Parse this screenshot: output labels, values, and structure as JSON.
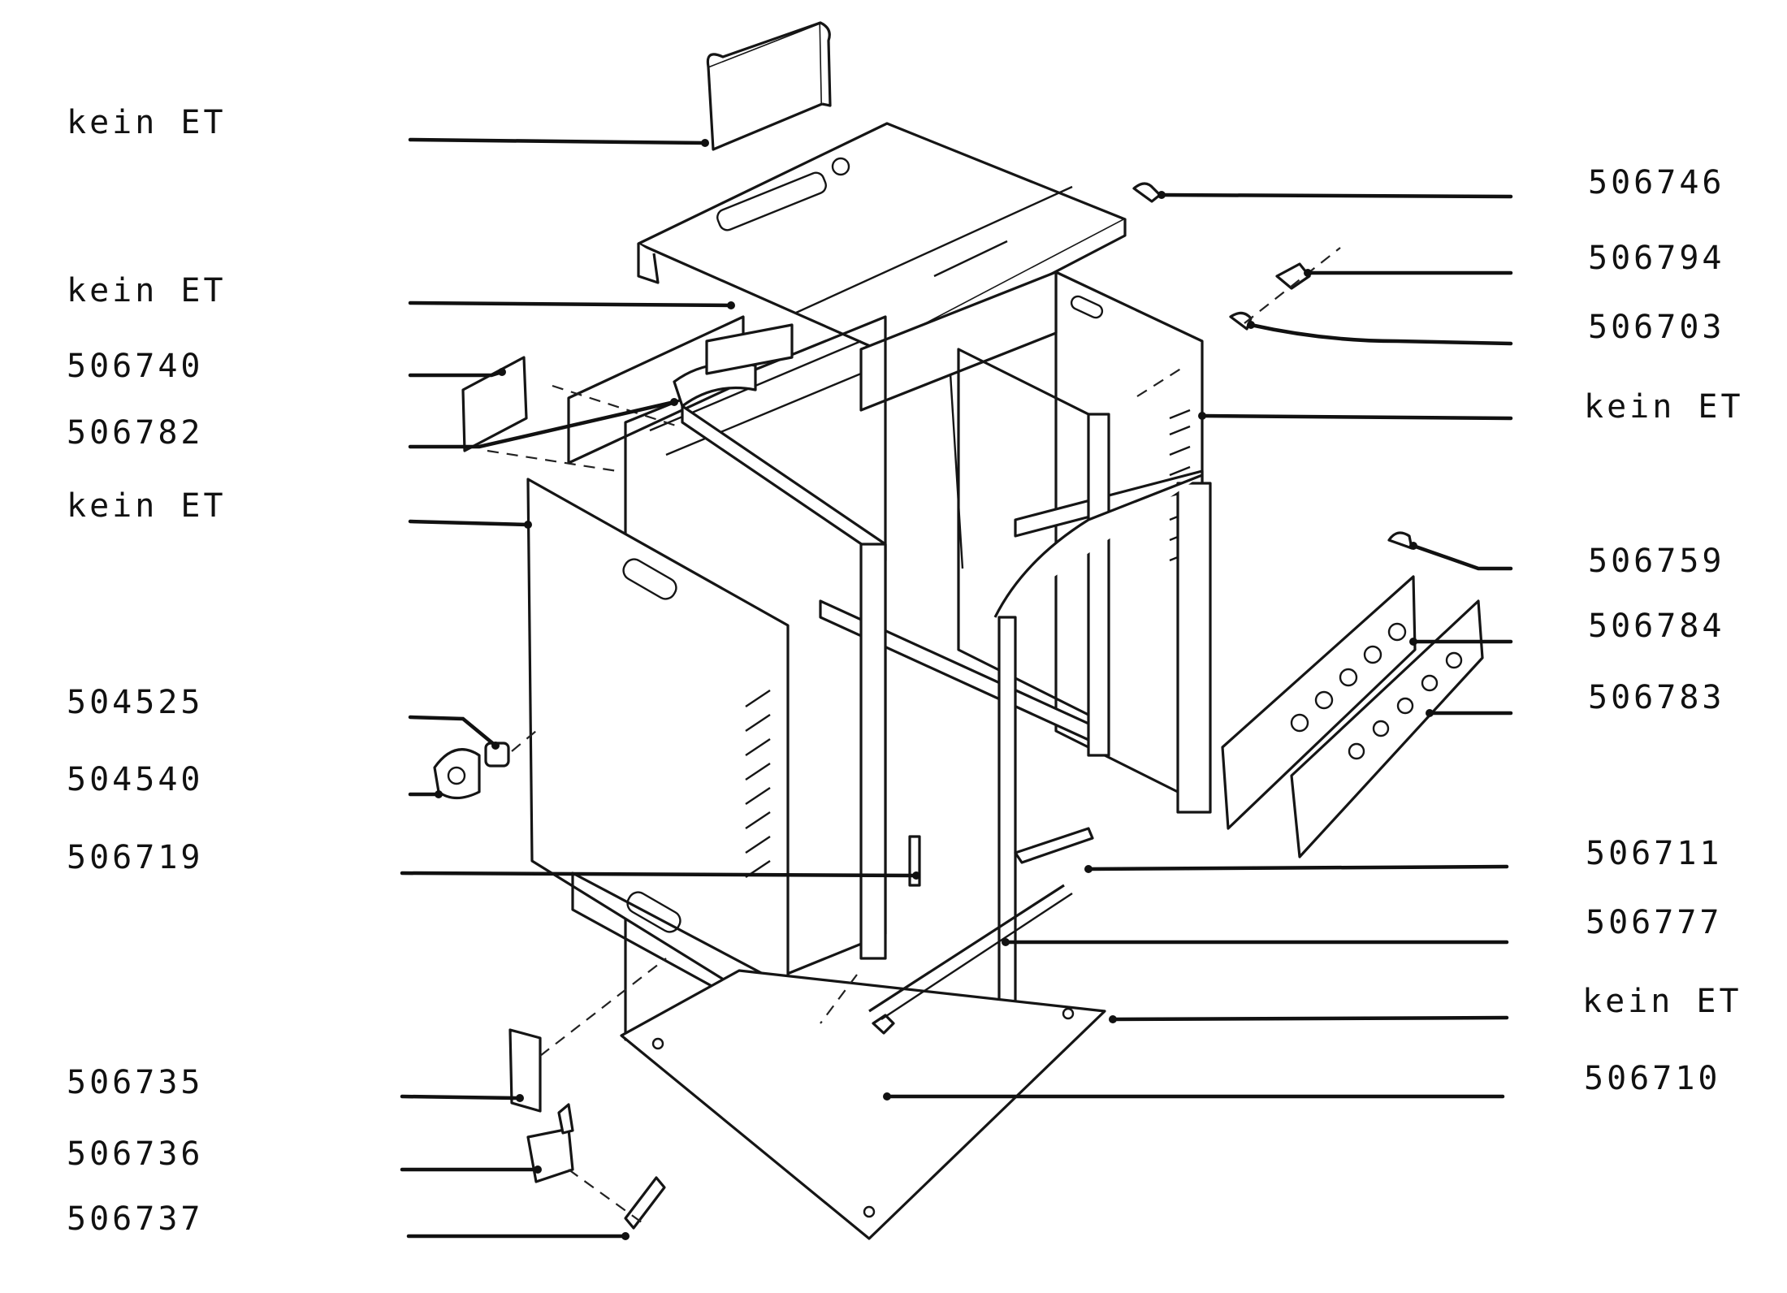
{
  "colors": {
    "line": "#111111",
    "background": "#ffffff"
  },
  "labels_left": [
    {
      "text": "kein ET"
    },
    {
      "text": "kein ET"
    },
    {
      "text": "506740"
    },
    {
      "text": "506782"
    },
    {
      "text": "kein ET"
    },
    {
      "text": "504525"
    },
    {
      "text": "504540"
    },
    {
      "text": "506719"
    },
    {
      "text": "506735"
    },
    {
      "text": "506736"
    },
    {
      "text": "506737"
    }
  ],
  "labels_right": [
    {
      "text": "506746"
    },
    {
      "text": "506794"
    },
    {
      "text": "506703"
    },
    {
      "text": "kein ET"
    },
    {
      "text": "506759"
    },
    {
      "text": "506784"
    },
    {
      "text": "506783"
    },
    {
      "text": "506711"
    },
    {
      "text": "506777"
    },
    {
      "text": "kein ET"
    },
    {
      "text": "506710"
    }
  ]
}
